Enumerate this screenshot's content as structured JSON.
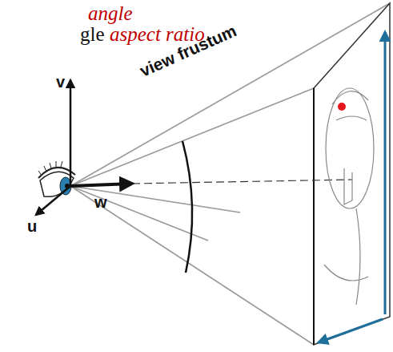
{
  "diagram": {
    "labels": [
      "angle",
      "gle",
      "aspect ratio",
      "view frustum",
      "v",
      "w",
      "u"
    ]
  }
}
